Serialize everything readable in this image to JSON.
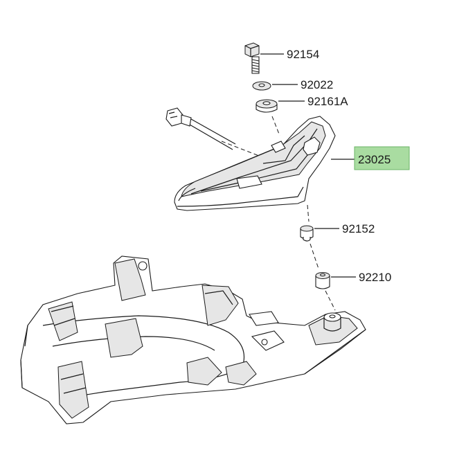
{
  "parts": [
    {
      "id": "bolt",
      "number": "92154"
    },
    {
      "id": "washer",
      "number": "92022"
    },
    {
      "id": "grommet",
      "number": "92161A"
    },
    {
      "id": "tail-lamp",
      "number": "23025",
      "highlighted": true,
      "highlight_color": "#a9dca1"
    },
    {
      "id": "collar",
      "number": "92152"
    },
    {
      "id": "spacer",
      "number": "92210"
    }
  ]
}
